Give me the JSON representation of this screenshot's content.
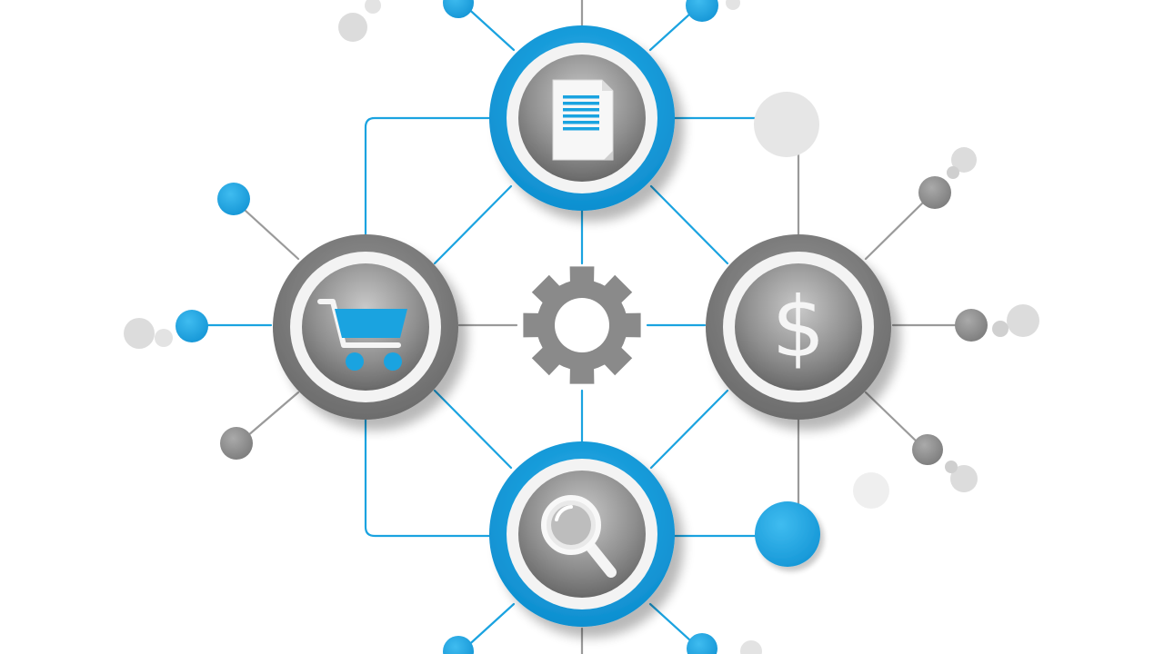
{
  "diagram": {
    "colors": {
      "blue": "#1aa3e0",
      "blue_dark": "#0d86c4",
      "gray": "#8c8c8c",
      "gray_dark": "#5e5e5e",
      "gray_light": "#d4d4d4",
      "line_gray": "#9a9a9a",
      "background": "#ffffff"
    },
    "hubs": [
      {
        "id": "document",
        "icon": "document-icon",
        "ring": "blue"
      },
      {
        "id": "cart",
        "icon": "shopping-cart-icon",
        "ring": "gray"
      },
      {
        "id": "dollar",
        "icon": "dollar-icon",
        "ring": "gray",
        "symbol": "$"
      },
      {
        "id": "search",
        "icon": "magnifier-icon",
        "ring": "blue"
      }
    ],
    "center": {
      "icon": "gear-icon"
    }
  }
}
